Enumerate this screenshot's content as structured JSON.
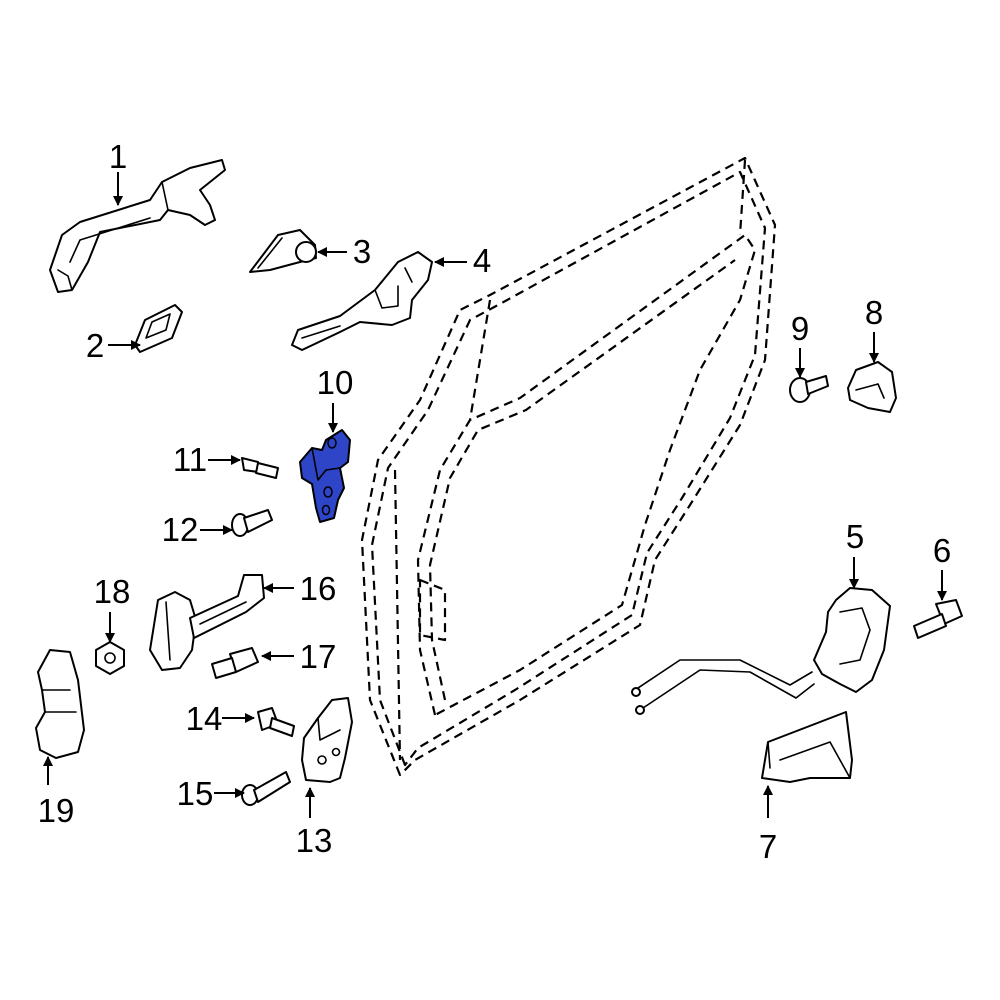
{
  "diagram": {
    "highlight_color": "#2f45c8",
    "line_color": "#000000",
    "background_color": "#ffffff",
    "callouts": {
      "c1": "1",
      "c2": "2",
      "c3": "3",
      "c4": "4",
      "c5": "5",
      "c6": "6",
      "c7": "7",
      "c8": "8",
      "c9": "9",
      "c10": "10",
      "c11": "11",
      "c12": "12",
      "c13": "13",
      "c14": "14",
      "c15": "15",
      "c16": "16",
      "c17": "17",
      "c18": "18",
      "c19": "19"
    }
  }
}
